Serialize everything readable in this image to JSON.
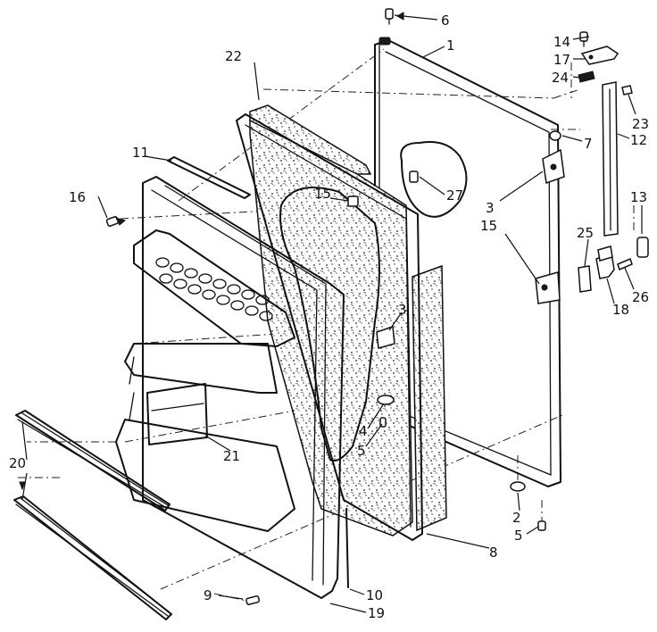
{
  "diagram": {
    "title": "",
    "callouts": [
      {
        "id": "c1",
        "label": "1"
      },
      {
        "id": "c2",
        "label": "2"
      },
      {
        "id": "c3a",
        "label": "3"
      },
      {
        "id": "c3b",
        "label": "3"
      },
      {
        "id": "c4",
        "label": "4"
      },
      {
        "id": "c5a",
        "label": "5"
      },
      {
        "id": "c5b",
        "label": "5"
      },
      {
        "id": "c6",
        "label": "6"
      },
      {
        "id": "c7",
        "label": "7"
      },
      {
        "id": "c8",
        "label": "8"
      },
      {
        "id": "c9",
        "label": "9"
      },
      {
        "id": "c10",
        "label": "10"
      },
      {
        "id": "c11",
        "label": "11"
      },
      {
        "id": "c12",
        "label": "12"
      },
      {
        "id": "c13",
        "label": "13"
      },
      {
        "id": "c14",
        "label": "14"
      },
      {
        "id": "c15a",
        "label": "15"
      },
      {
        "id": "c15b",
        "label": "15"
      },
      {
        "id": "c16",
        "label": "16"
      },
      {
        "id": "c17",
        "label": "17"
      },
      {
        "id": "c18",
        "label": "18"
      },
      {
        "id": "c19",
        "label": "19"
      },
      {
        "id": "c20",
        "label": "20"
      },
      {
        "id": "c21",
        "label": "21"
      },
      {
        "id": "c22",
        "label": "22"
      },
      {
        "id": "c23",
        "label": "23"
      },
      {
        "id": "c24",
        "label": "24"
      },
      {
        "id": "c25",
        "label": "25"
      },
      {
        "id": "c26",
        "label": "26"
      },
      {
        "id": "c27",
        "label": "27"
      }
    ]
  }
}
